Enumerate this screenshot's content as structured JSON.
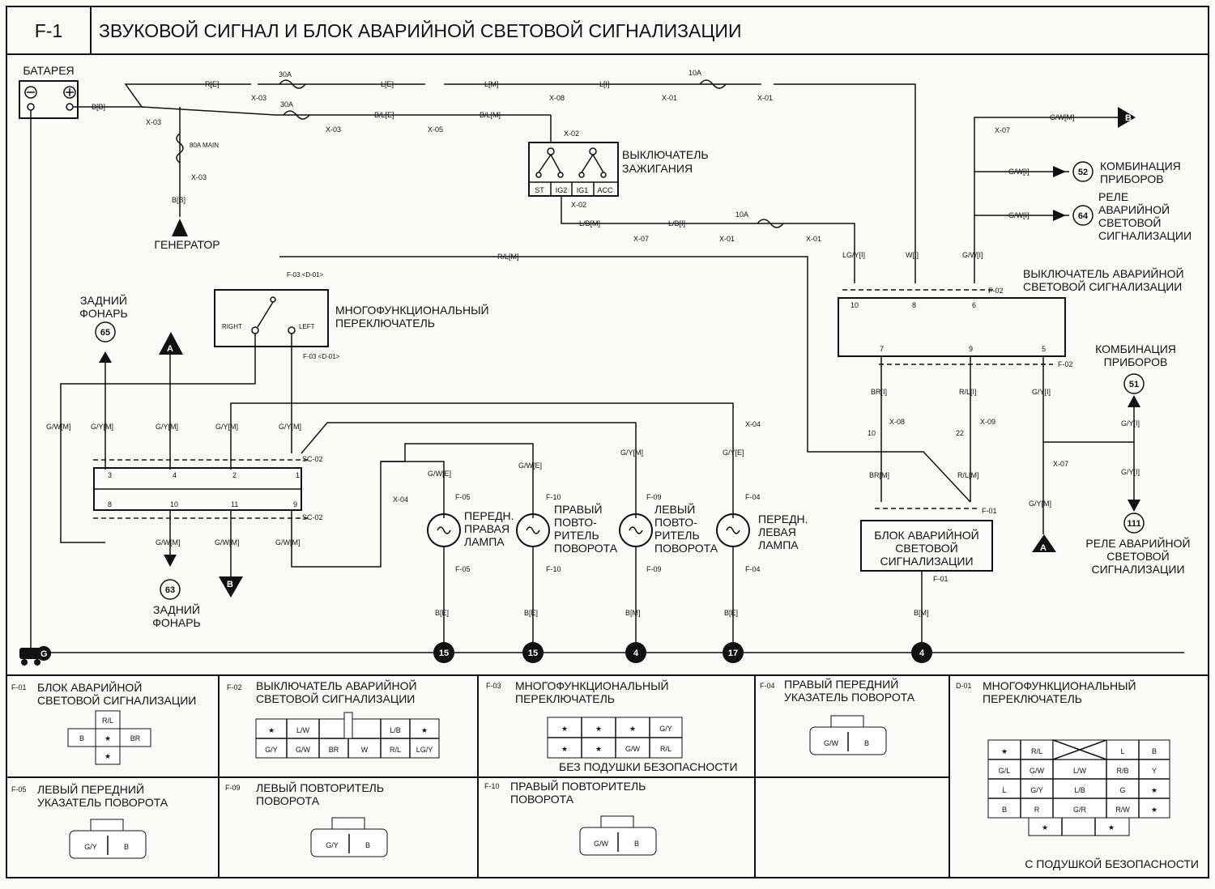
{
  "header": {
    "code": "F-1",
    "title": "ЗВУКОВОЙ СИГНАЛ И БЛОК АВАРИЙНОЙ СВЕТОВОЙ СИГНАЛИЗАЦИИ"
  },
  "components": {
    "battery": "БАТАРЕЯ",
    "generator": "ГЕНЕРАТОР",
    "fuse_main": "80A MAIN",
    "ignition_line1": "ВЫКЛЮЧАТЕЛЬ",
    "ignition_line2": "ЗАЖИГАНИЯ",
    "ignition_pins": [
      "ST",
      "IG2",
      "IG1",
      "ACC"
    ],
    "mf_line1": "МНОГОФУНКЦИОНАЛЬНЫЙ",
    "mf_line2": "ПЕРЕКЛЮЧАТЕЛЬ",
    "mf_right": "RIGHT",
    "mf_left": "LEFT",
    "hazard_switch_line1": "ВЫКЛЮЧАТЕЛЬ АВАРИЙНОЙ",
    "hazard_switch_line2": "СВЕТОВОЙ СИГНАЛИЗАЦИИ",
    "hazard_unit_line1": "БЛОК АВАРИЙНОЙ",
    "hazard_unit_line2": "СВЕТОВОЙ",
    "hazard_unit_line3": "СИГНАЛИЗАЦИИ",
    "rear_lamp_top_1": "ЗАДНИЙ",
    "rear_lamp_top_2": "ФОНАРЬ",
    "rear_lamp_bot_1": "ЗАДНИЙ",
    "rear_lamp_bot_2": "ФОНАРЬ",
    "combo52_1": "КОМБИНАЦИЯ",
    "combo52_2": "ПРИБОРОВ",
    "relay64_1": "РЕЛЕ",
    "relay64_2": "АВАРИЙНОЙ",
    "relay64_3": "СВЕТОВОЙ",
    "relay64_4": "СИГНАЛИЗАЦИИ",
    "combo51_1": "КОМБИНАЦИЯ",
    "combo51_2": "ПРИБОРОВ",
    "relay111_1": "РЕЛЕ АВАРИЙНОЙ",
    "relay111_2": "СВЕТОВОЙ",
    "relay111_3": "СИГНАЛИЗАЦИИ",
    "lamp1_1": "ПЕРЕДН.",
    "lamp1_2": "ПРАВАЯ",
    "lamp1_3": "ЛАМПА",
    "lamp2_1": "ПРАВЫЙ",
    "lamp2_2": "ПОВТО-",
    "lamp2_3": "РИТЕЛЬ",
    "lamp2_4": "ПОВОРОТА",
    "lamp3_1": "ЛЕВЫЙ",
    "lamp3_2": "ПОВТО-",
    "lamp3_3": "РИТЕЛЬ",
    "lamp3_4": "ПОВОРОТА",
    "lamp4_1": "ПЕРЕДН.",
    "lamp4_2": "ЛЕВАЯ",
    "lamp4_3": "ЛАМПА"
  },
  "refs": {
    "r65": "65",
    "r63": "63",
    "r52": "52",
    "r64": "64",
    "r51": "51",
    "r111": "111",
    "g15a": "15",
    "g15b": "15",
    "g4a": "4",
    "g17": "17",
    "g4b": "4",
    "offA1": "A",
    "offA2": "A",
    "offB1": "B",
    "offB2": "B",
    "ground": "G"
  },
  "wires": {
    "w01": "R[E]",
    "w02": "L[E]",
    "w03": "L[M]",
    "w04": "L[I]",
    "w05": "B[B]",
    "w06": "B/L[E]",
    "w07": "B/L[M]",
    "w08": "B[B]",
    "w09": "L/B[M]",
    "w10": "L/B[I]",
    "w11": "R/L[M]",
    "w12": "G/W[M]",
    "w13": "G/W[I]",
    "w14": "G/W[I]",
    "w15": "LG/Y[I]",
    "w16": "W[I]",
    "w17": "G/W[I]",
    "w18": "G/W[M]",
    "w19": "G/Y[M]",
    "w20": "G/Y[M]",
    "w21": "G/Y[M]",
    "w22": "G/Y[M]",
    "w23": "G/W[M]",
    "w24": "G/W[M]",
    "w25": "G/W[M]",
    "w26": "G/W[E]",
    "w27": "G/W[E]",
    "w28": "G/Y[M]",
    "w29": "G/Y[E]",
    "w30": "B[E]",
    "w31": "B[E]",
    "w32": "B[M]",
    "w33": "B[E]",
    "w34": "BR[I]",
    "w35": "R/L[I]",
    "w36": "G/Y[I]",
    "w37": "BR[M]",
    "w38": "R/L[M]",
    "w39": "G/Y[M]",
    "w40": "G/Y[I]",
    "w41": "G/Y[I]",
    "w42": "B[M]"
  },
  "connectors": {
    "c01": "X-03",
    "c02": "X-03",
    "c03": "X-03",
    "c04": "X-03",
    "c05": "X-05",
    "c06": "X-08",
    "c07": "X-01",
    "c08": "X-01",
    "c09": "X-02",
    "c10": "X-02",
    "c11": "X-07",
    "c12": "X-01",
    "c13": "X-01",
    "c14": "X-07",
    "c15": "F-02",
    "c16": "F-02",
    "c17": "F-03 <D-01>",
    "c18": "F-03 <D-01>",
    "c19": "SC-02",
    "c20": "SC-02",
    "c21": "X-04",
    "c22": "X-04",
    "c23": "F-05",
    "c24": "F-05",
    "c25": "F-10",
    "c26": "F-10",
    "c27": "F-09",
    "c28": "F-09",
    "c29": "F-04",
    "c30": "F-04",
    "c31": "X-08",
    "c32": "X-09",
    "c33": "X-07",
    "c34": "F-01",
    "c35": "F-01"
  },
  "fuses": {
    "f1": "30A",
    "f2": "10A",
    "f3": "30A",
    "f4": "10A"
  },
  "legend": {
    "l1_code": "F-01",
    "l1_name_1": "БЛОК АВАРИЙНОЙ",
    "l1_name_2": "СВЕТОВОЙ СИГНАЛИЗАЦИИ",
    "l2_code": "F-02",
    "l2_name_1": "ВЫКЛЮЧАТЕЛЬ АВАРИЙНОЙ",
    "l2_name_2": "СВЕТОВОЙ  СИГНАЛИЗАЦИИ",
    "l3_code": "F-03",
    "l3_name_1": "МНОГОФУНКЦИОНАЛЬНЫЙ",
    "l3_name_2": "ПЕРЕКЛЮЧАТЕЛЬ",
    "l3_note": "БЕЗ ПОДУШКИ БЕЗОПАСНОСТИ",
    "l4_code": "F-04",
    "l4_name_1": "ПРАВЫЙ ПЕРЕДНИЙ",
    "l4_name_2": "УКАЗАТЕЛЬ ПОВОРОТА",
    "l5_code": "D-01",
    "l5_name_1": "МНОГОФУНКЦИОНАЛЬНЫЙ",
    "l5_name_2": "ПЕРЕКЛЮЧАТЕЛЬ",
    "l5_note": "С ПОДУШКОЙ БЕЗОПАСНОСТИ",
    "l6_code": "F-05",
    "l6_name_1": "ЛЕВЫЙ ПЕРЕДНИЙ",
    "l6_name_2": "УКАЗАТЕЛЬ ПОВОРОТА",
    "l7_code": "F-09",
    "l7_name_1": "ЛЕВЫЙ ПОВТОРИТЕЛЬ",
    "l7_name_2": "ПОВОРОТА",
    "l8_code": "F-10",
    "l8_name_1": "ПРАВЫЙ ПОВТОРИТЕЛЬ",
    "l8_name_2": "ПОВОРОТА",
    "pins_f01": [
      "R/L",
      "B",
      "★",
      "BR",
      "★"
    ],
    "pins_f02": [
      "★",
      "L/W",
      "L/B",
      "★",
      "G/Y",
      "G/W",
      "BR",
      "W",
      "R/L",
      "LG/Y"
    ],
    "pins_f03": [
      "★",
      "★",
      "★",
      "G/Y",
      "★",
      "★",
      "G/W",
      "R/L"
    ],
    "pins_d01": [
      "★",
      "R/L",
      "L",
      "B",
      "G/L",
      "G/W",
      "L/W",
      "R/B",
      "Y",
      "L",
      "G/Y",
      "L/B",
      "G",
      "★",
      "B",
      "R",
      "G/R",
      "R/W",
      "★",
      "★",
      "★"
    ],
    "pins_f04": [
      "G/W",
      "B"
    ],
    "pins_f05": [
      "G/Y",
      "B"
    ],
    "pins_f09": [
      "G/Y",
      "B"
    ],
    "pins_f10": [
      "G/W",
      "B"
    ]
  }
}
